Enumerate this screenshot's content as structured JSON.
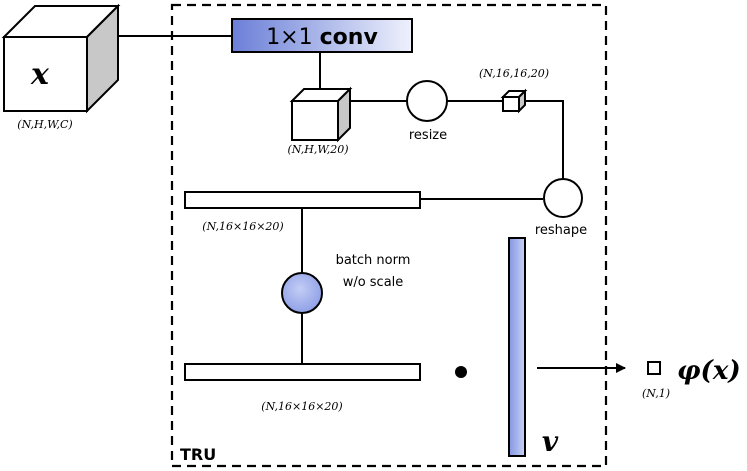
{
  "input": {
    "symbol": "x",
    "shape": "(N,H,W,C)"
  },
  "conv": {
    "prefix": "1×1",
    "label": "conv",
    "color": "#6b7fd7"
  },
  "conv_out": {
    "shape": "(N,H,W,20)"
  },
  "resize": {
    "label": "resize",
    "shape": "(N,16,16,20)"
  },
  "reshape": {
    "label": "reshape"
  },
  "flat_top": {
    "shape": "(N,16×16×20)"
  },
  "batchnorm": {
    "line1": "batch norm",
    "line2": "w/o scale",
    "color": "#a9b6ee"
  },
  "flat_bottom": {
    "shape": "(N,16×16×20)"
  },
  "v": {
    "symbol": "v",
    "color": "#a9b6ee"
  },
  "output": {
    "symbol": "φ(x)",
    "shape": "(N,1)"
  },
  "block": {
    "label": "TRU"
  }
}
